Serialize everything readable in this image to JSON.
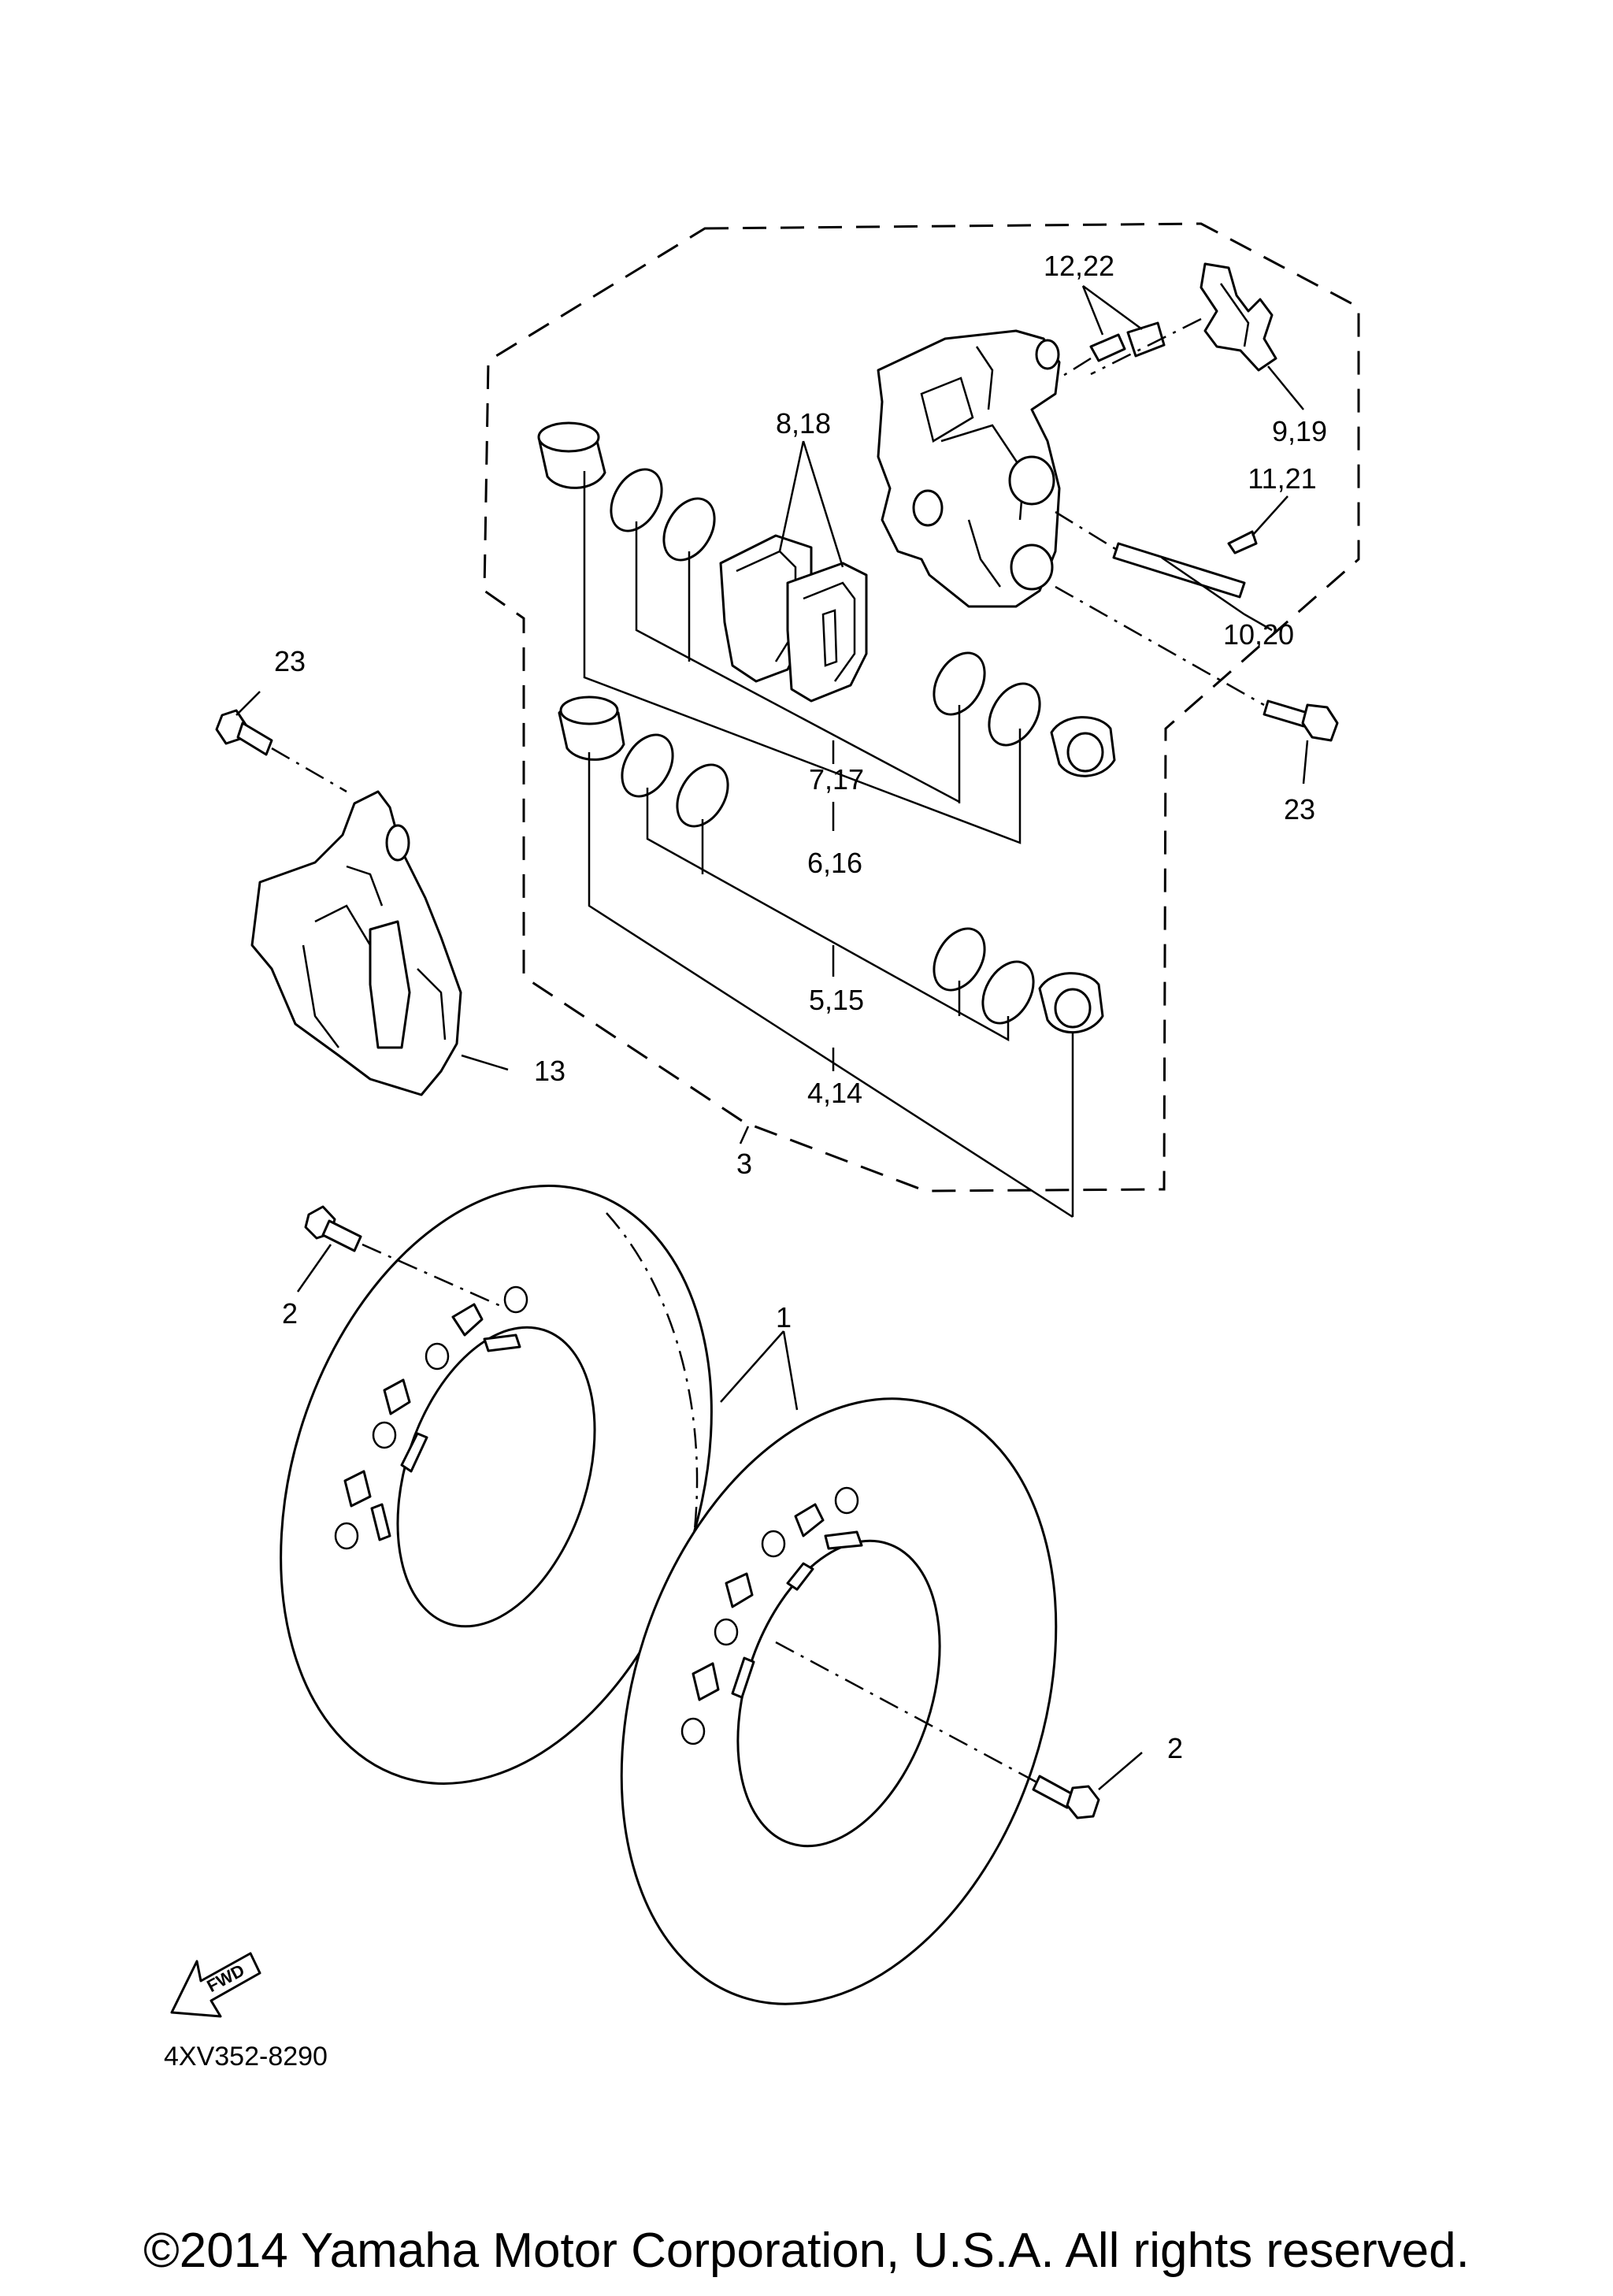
{
  "diagram_code": "4XV352-8290",
  "copyright": "©2014 Yamaha Motor Corporation, U.S.A. All rights reserved.",
  "fwd_label": "FWD",
  "callouts": {
    "c1": "1",
    "c2a": "2",
    "c2b": "2",
    "c3": "3",
    "c4_14": "4,14",
    "c5_15": "5,15",
    "c6_16": "6,16",
    "c7_17": "7,17",
    "c8_18": "8,18",
    "c9_19": "9,19",
    "c10_20": "10,20",
    "c11_21": "11,21",
    "c12_22": "12,22",
    "c13": "13",
    "c23a": "23",
    "c23b": "23"
  }
}
